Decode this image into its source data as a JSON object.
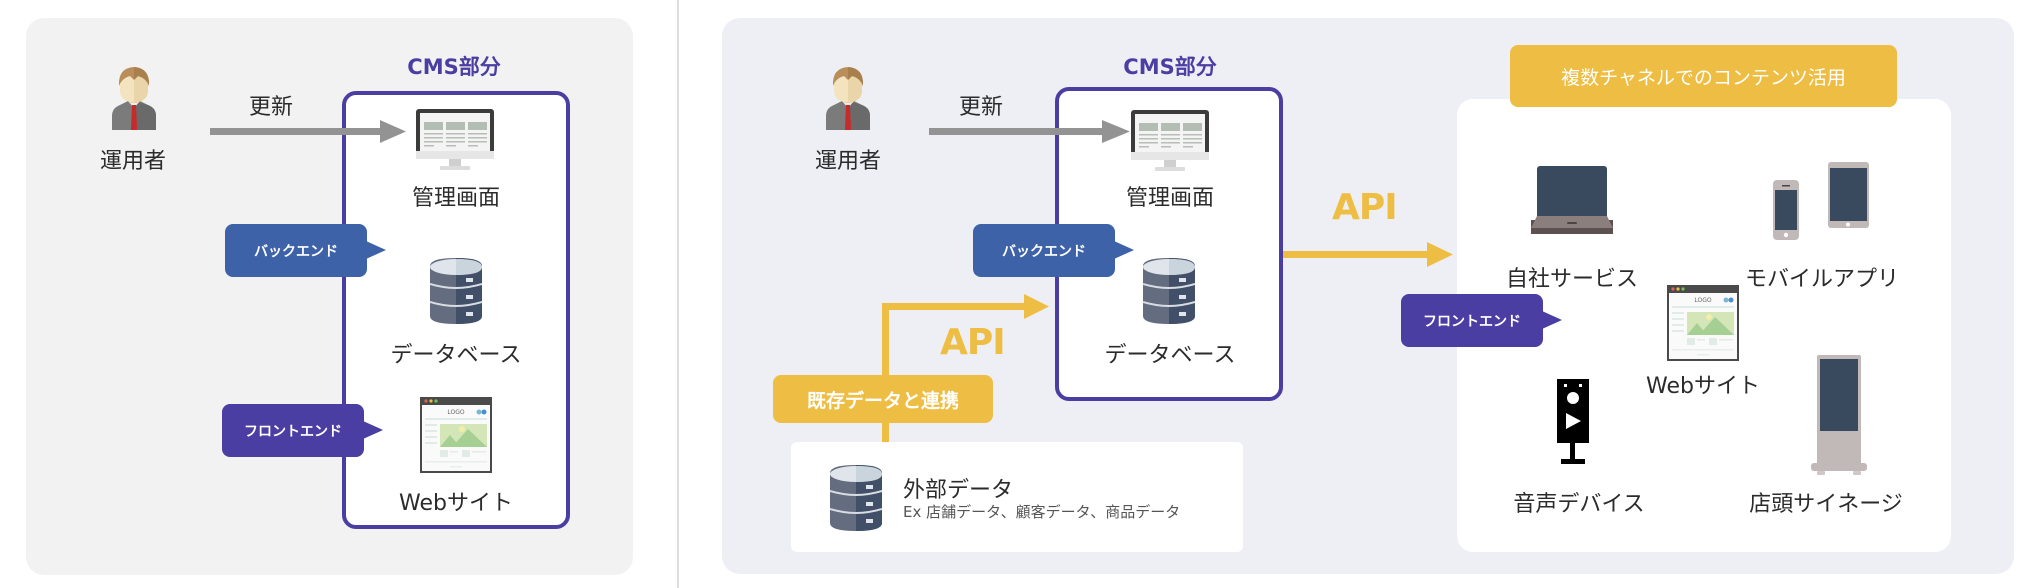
{
  "left_diagram": {
    "operator": {
      "icon": "person-icon",
      "label": "運用者"
    },
    "update_arrow_label": "更新",
    "cms": {
      "title": "CMS部分",
      "items": [
        {
          "icon": "monitor-icon",
          "label": "管理画面"
        },
        {
          "icon": "database-icon",
          "label": "データベース"
        },
        {
          "icon": "website-icon",
          "label": "Webサイト"
        }
      ]
    },
    "backend_bubble": "バックエンド",
    "frontend_bubble": "フロントエンド"
  },
  "right_diagram": {
    "operator": {
      "icon": "person-icon",
      "label": "運用者"
    },
    "update_arrow_label": "更新",
    "cms": {
      "title": "CMS部分",
      "items": [
        {
          "icon": "monitor-icon",
          "label": "管理画面"
        },
        {
          "icon": "database-icon",
          "label": "データベース"
        }
      ]
    },
    "backend_bubble": "バックエンド",
    "frontend_bubble": "フロントエンド",
    "api_in_label": "API",
    "api_out_label": "API",
    "integration_tag": "既存データと連携",
    "external_data": {
      "icon": "database-icon",
      "title": "外部データ",
      "subtitle": "Ex 店舗データ、顧客データ、商品データ"
    },
    "channels": {
      "title": "複数チャネルでのコンテンツ活用",
      "items": [
        {
          "icon": "laptop-icon",
          "label": "自社サービス"
        },
        {
          "icon": "mobile-devices-icon",
          "label": "モバイルアプリ"
        },
        {
          "icon": "website-icon",
          "label": "Webサイト"
        },
        {
          "icon": "speaker-icon",
          "label": "音声デバイス"
        },
        {
          "icon": "digital-signage-icon",
          "label": "店頭サイネージ"
        }
      ]
    }
  },
  "colors": {
    "cms_purple": "#4a3ea3",
    "backend_blue": "#3d62a8",
    "api_yellow": "#eebd43",
    "update_gray": "#939393",
    "left_panel_bg": "#f2f2f2",
    "right_panel_bg": "#eeeff5"
  }
}
